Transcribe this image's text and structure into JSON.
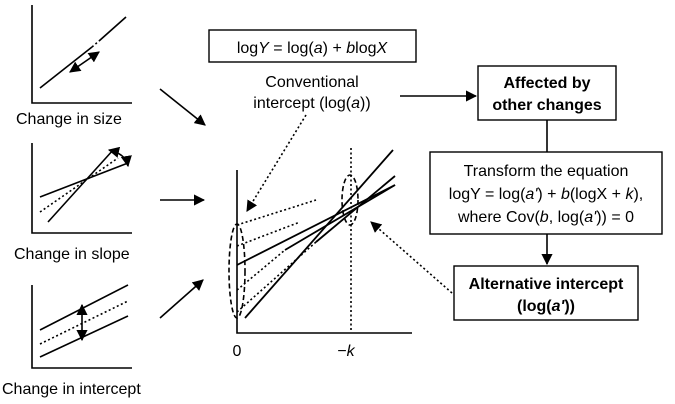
{
  "panels": {
    "size_label": "Change in size",
    "slope_label": "Change in slope",
    "intercept_label": "Change in intercept"
  },
  "equation_box": {
    "parts": [
      "log",
      "Y",
      " = log(",
      "a",
      ") + ",
      "b",
      "log",
      "X"
    ]
  },
  "conventional_label": {
    "line1": "Conventional",
    "line2": "intercept (log(a))"
  },
  "affected_box": {
    "line1": "Affected by",
    "line2": "other changes"
  },
  "transform_box": {
    "line1": "Transform the equation",
    "line2_parts": [
      "logY = log(",
      "a'",
      ") + ",
      "b",
      "(logX + ",
      "k",
      "),"
    ],
    "line3_parts": [
      "where Cov(",
      "b",
      ", log(",
      "a'",
      ")) = 0"
    ]
  },
  "alternative_box": {
    "line1": "Alternative intercept",
    "line2": "(log(a'))"
  },
  "axis_ticks": {
    "zero": "0",
    "minus_k": "−k"
  }
}
